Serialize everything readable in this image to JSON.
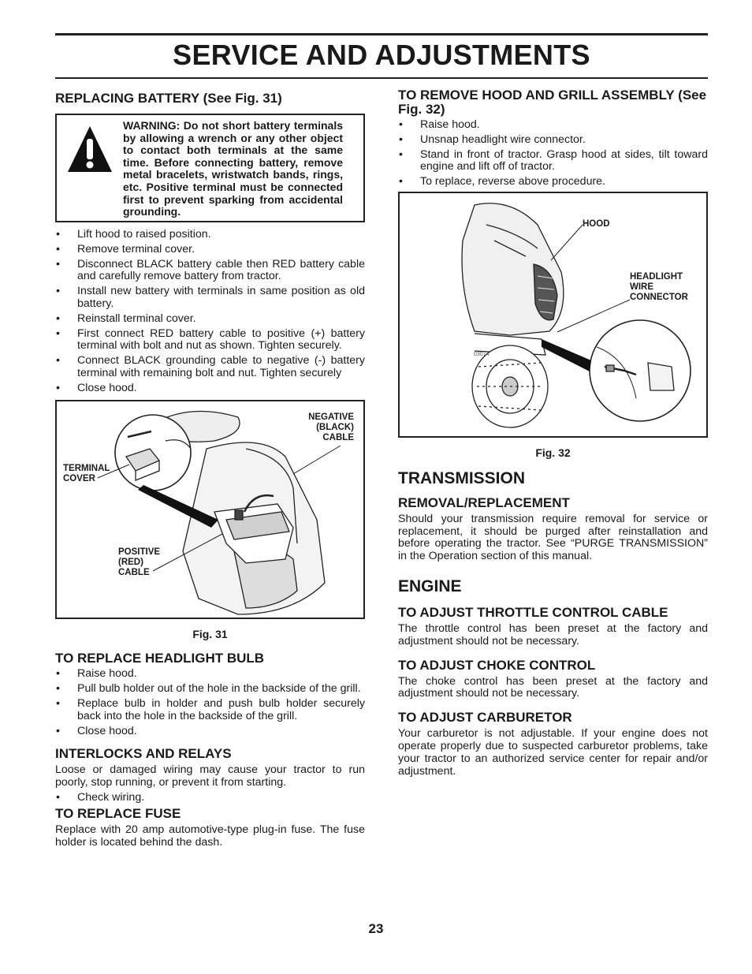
{
  "page": {
    "title": "SERVICE AND ADJUSTMENTS",
    "number": "23"
  },
  "left": {
    "battery": {
      "heading": "REPLACING BATTERY (See Fig. 31)",
      "warning": "WARNING: Do not short battery terminals by allowing a wrench or any other object to contact both terminals at the same time. Before connecting battery, remove metal bracelets, wristwatch bands, rings, etc. Positive terminal must be connected first to prevent sparking from accidental grounding.",
      "steps": [
        "Lift hood to raised position.",
        "Remove terminal cover.",
        "Disconnect BLACK battery cable then RED battery cable and carefully remove battery from tractor.",
        "Install new battery with terminals in same position as old battery.",
        "Reinstall terminal cover.",
        "First connect RED battery cable to positive (+) battery terminal with bolt and nut as shown. Tighten securely.",
        "Connect BLACK grounding cable to negative (-) battery terminal with remaining bolt and nut. Tighten securely",
        "Close hood."
      ]
    },
    "fig31": {
      "caption": "Fig. 31",
      "label_negative": "NEGATIVE\n(BLACK)\nCABLE",
      "label_terminal": "TERMINAL\nCOVER",
      "label_positive": "POSITIVE\n(RED)\nCABLE"
    },
    "headlight": {
      "heading": "TO REPLACE HEADLIGHT BULB",
      "steps": [
        "Raise hood.",
        "Pull bulb holder out of the hole in the backside of the grill.",
        "Replace bulb in holder and push bulb holder securely back into the hole in the backside of the grill.",
        "Close hood."
      ]
    },
    "interlocks": {
      "heading": "INTERLOCKS AND RELAYS",
      "text": "Loose or damaged wiring may cause your tractor to run poorly, stop running, or prevent it from starting.",
      "steps": [
        "Check wiring."
      ]
    },
    "fuse": {
      "heading": "TO REPLACE FUSE",
      "text": "Replace with 20 amp automotive-type plug-in fuse.  The fuse holder is located behind the dash."
    }
  },
  "right": {
    "hood": {
      "heading": "TO REMOVE HOOD AND GRILL ASSEMBLY (See Fig. 32)",
      "steps": [
        "Raise hood.",
        "Unsnap headlight wire connector.",
        "Stand in front of tractor.  Grasp hood at sides, tilt toward engine and lift off of tractor.",
        "To replace, reverse above procedure."
      ]
    },
    "fig32": {
      "caption": "Fig. 32",
      "label_hood": "HOOD",
      "label_connector": "HEADLIGHT\nWIRE\nCONNECTOR",
      "part_code": "03074"
    },
    "transmission": {
      "heading": "TRANSMISSION",
      "subheading": "REMOVAL/REPLACEMENT",
      "text": "Should your transmission require removal for service or replacement, it should be purged after reinstallation and before operating the tractor. See “PURGE TRANSMISSION” in the Operation section of this manual."
    },
    "engine": {
      "heading": "ENGINE",
      "throttle_heading": "TO ADJUST THROTTLE CONTROL CABLE",
      "throttle_text": "The throttle control has been preset at the factory and adjustment should not be necessary.",
      "choke_heading": "TO ADJUST CHOKE CONTROL",
      "choke_text": "The choke control has been preset at the factory and adjustment should not be necessary.",
      "carb_heading": "TO ADJUST CARBURETOR",
      "carb_text": "Your carburetor is not adjustable. If your engine does not operate properly due to suspected carburetor problems, take your tractor to an authorized service center for repair and/or adjustment."
    }
  }
}
